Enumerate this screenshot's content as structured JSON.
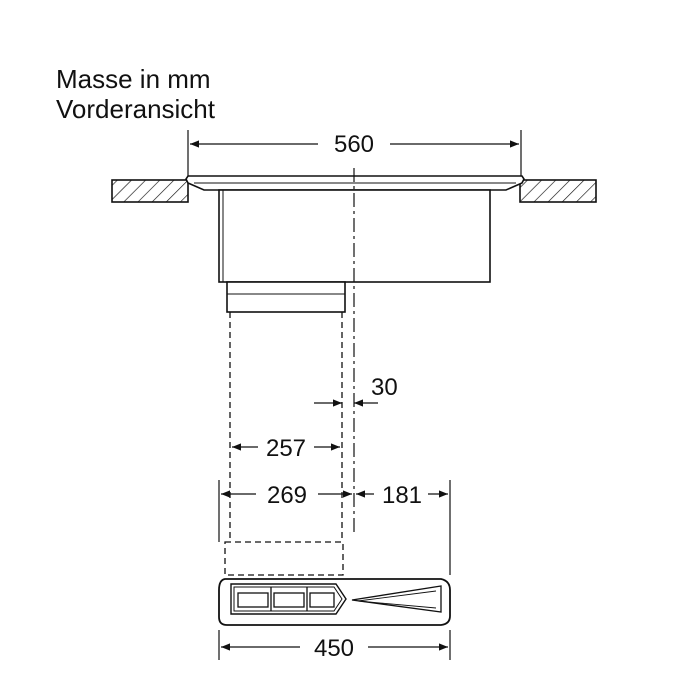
{
  "title": "Masse in mm",
  "subtitle": "Vorderansicht",
  "dimensions": {
    "width_total": "560",
    "offset_center": "30",
    "inner_left": "257",
    "outer_left": "269",
    "right_part": "181",
    "base_width": "450"
  }
}
